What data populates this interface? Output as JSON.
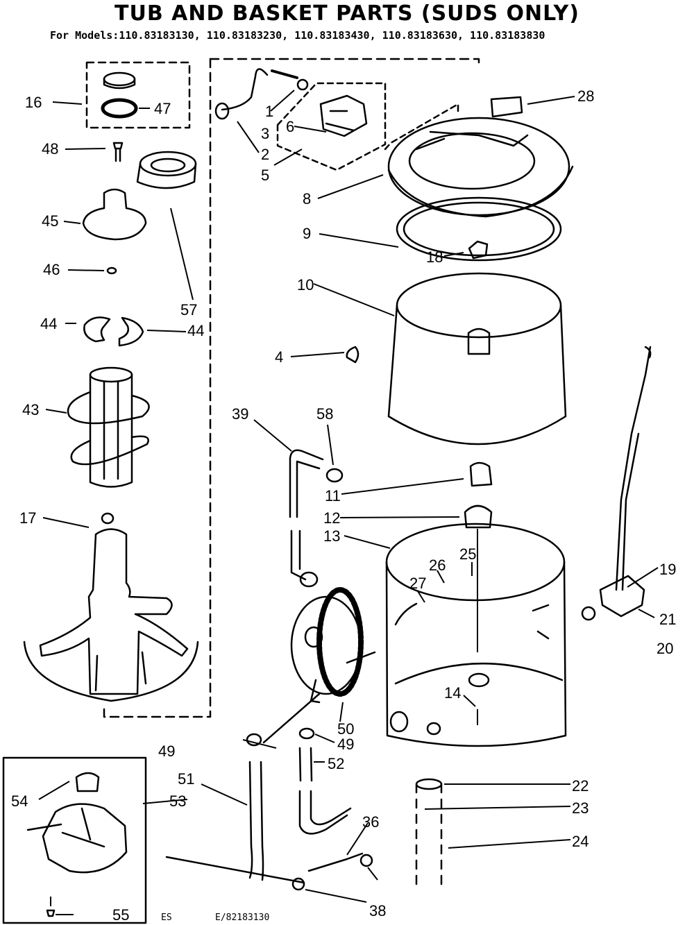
{
  "title": "TUB AND BASKET PARTS (SUDS ONLY)",
  "models_line": "For Models:110.83183130, 110.83183230, 110.83183430, 110.83183630, 110.83183830",
  "footer": {
    "code_a": "ES",
    "code_b": "E/82183130"
  },
  "callouts": {
    "c1": "1",
    "c2": "2",
    "c3": "3",
    "c4": "4",
    "c5": "5",
    "c6": "6",
    "c8": "8",
    "c9": "9",
    "c10": "10",
    "c11": "11",
    "c12": "12",
    "c13": "13",
    "c14": "14",
    "c16": "16",
    "c17": "17",
    "c18": "18",
    "c19": "19",
    "c20": "20",
    "c21": "21",
    "c22": "22",
    "c23": "23",
    "c24": "24",
    "c25": "25",
    "c26": "26",
    "c27": "27",
    "c28": "28",
    "c36": "36",
    "c38": "38",
    "c39": "39",
    "c43": "43",
    "c44a": "44",
    "c44b": "44",
    "c45": "45",
    "c46": "46",
    "c47": "47",
    "c48": "48",
    "c49a": "49",
    "c49b": "49",
    "c50": "50",
    "c51": "51",
    "c52": "52",
    "c53": "53",
    "c54": "54",
    "c55": "55",
    "c57": "57",
    "c58": "58"
  }
}
